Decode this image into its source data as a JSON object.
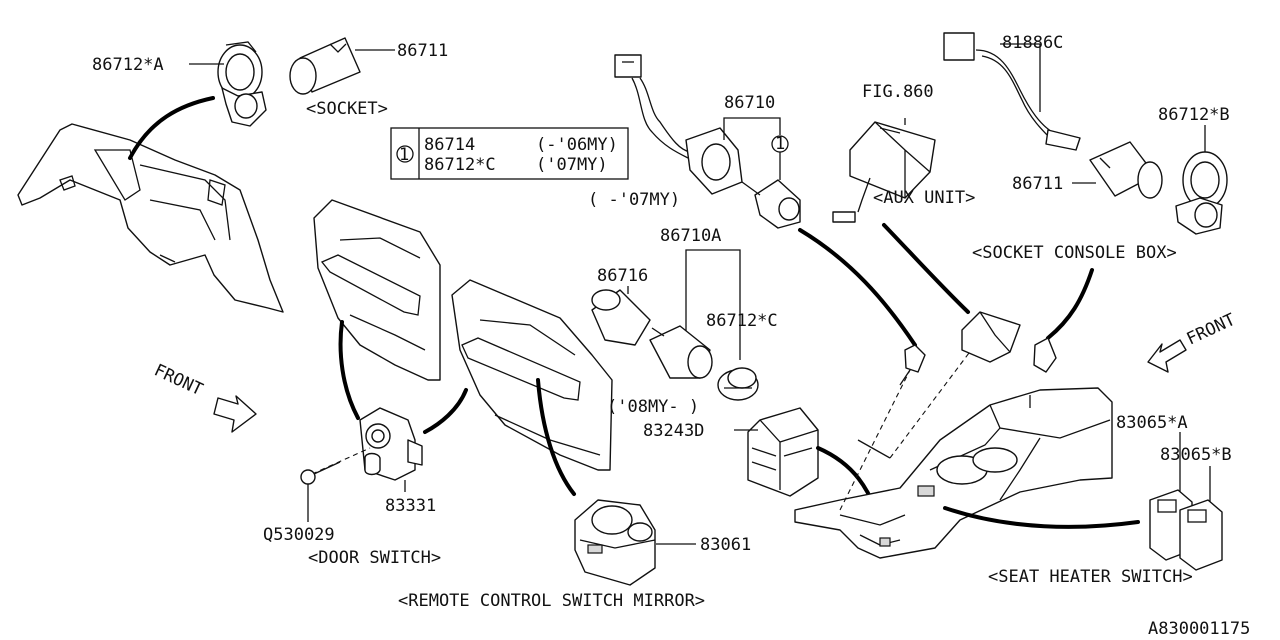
{
  "diagram": {
    "id_code": "A830001175",
    "captions": {
      "socket": "<SOCKET>",
      "aux_unit": "<AUX UNIT>",
      "socket_console_box": "<SOCKET CONSOLE BOX>",
      "door_switch": "<DOOR SWITCH>",
      "remote_mirror": "<REMOTE CONTROL SWITCH MIRROR>",
      "seat_heater": "<SEAT HEATER SWITCH>"
    },
    "parts": {
      "p86712A": "86712*A",
      "p86711_left": "86711",
      "p86710": "86710",
      "p86710_note": "( -'07MY)",
      "p86710_marker": "1",
      "pFIG860": "FIG.860",
      "p81886C": "81886C",
      "p86712B": "86712*B",
      "p86711_right": "86711",
      "p86710A": "86710A",
      "p86716": "86716",
      "p86712C": "86712*C",
      "p86710A_note": "('08MY- )",
      "p83243D": "83243D",
      "p83065A": "83065*A",
      "p83065B": "83065*B",
      "p83331": "83331",
      "pQ530029": "Q530029",
      "p83061": "83061"
    },
    "legend_box": {
      "marker": "1",
      "row1_part": "86714",
      "row1_note": "(-'06MY)",
      "row2_part": "86712*C",
      "row2_note": "('07MY)"
    },
    "front_left": "FRONT",
    "front_right": "FRONT"
  }
}
